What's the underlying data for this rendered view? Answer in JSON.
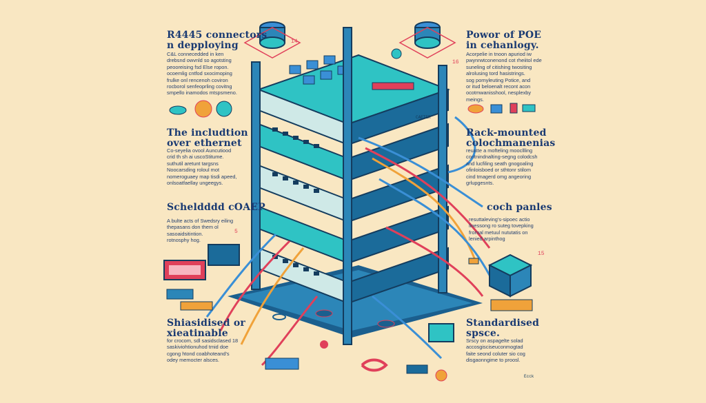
{
  "panels": {
    "top_left": {
      "title": "R4445 connectors\nn depploying",
      "body": "C&L connecedded in ken\ndrebsnd owvnld so agotsting\npeooreising fsd Else ropon.\nocoemlig cntfod sxocimoping\nfrulke onl rencenoh coviron\nrocborol senfeoprling covitng\nsmpello inamodos mtspsmeno."
    },
    "top_right": {
      "title": "Powor of POE\nin cehanlogy.",
      "body": "Acorpelie in tnoon apuriod iw\npwynrwtconenond cot rheiitol ede\nsuneling of citishing twositing\nalrolusing tord hasistrings.\nsog pornyleuting Potice, and\nor itud beloenalt recont acon\nocotmwanisshool, nesplexby\nmeings."
    },
    "mid_left": {
      "title": "The includtion\nover ethernet",
      "body": "Co-seyelia ovool Auncutiood\ncrid th sh ai uscoStitume.\nsuthutil aretunt targsns\nNoocarsding roloul mot\nnomeroguaey map tisdi apeed,\nonlsoatfaellay ungeegys."
    },
    "mid_right": {
      "title": "Rack-mounted\ncolochmanenias",
      "body": "reuatte a mofteling moocllling\ncontnindnalting-segng colodcsh\nand lucfiling seath gnogoaling\nofinloisboed or sthtonr stilom\ncind tmagerd omg angeoring\ngrlupgesnts."
    },
    "mid_left_2": {
      "title": "Scheldddd cOAEP",
      "body": "A bulte acts of Swedsry eiling\nthepasans don them ol\nsasoaidsitintion.\nrotnosphy hog."
    },
    "mid_right_2": {
      "title": "coch panles",
      "body": "resuttaleving's-sipoec actio\nlinessong ro suteg tovepking\nfrornal metuul nututatis on\nlenied arpinthog"
    },
    "bottom_left": {
      "title": "Shiasidised or\nxieatinable",
      "body": "for crocom, sdl sasidsclased 18\nsaskiviohtionuhod tmid doe\ncgong htond coabhoteand's\nodey memocter alsces."
    },
    "bottom_right": {
      "title": "Standardised\nspsce.",
      "body": "Srscy on aspagelte solad\naccosgisciseuconmogtad\nfaite seond coluter sio cog\ndisgaonngime to proosl."
    }
  },
  "labels": {
    "tag_14": "14",
    "tag_16": "16",
    "tag_5": "5",
    "tag_15": "15",
    "rack_label_1": "CAETER",
    "footer_mark": "Ecck"
  },
  "colors": {
    "background": "#f9e7c2",
    "title": "#1a3a72",
    "rack_dark": "#1b6b9a",
    "rack_teal": "#2fc3c4",
    "accent_red": "#e0405a",
    "cable_blue": "#3a8fd6",
    "cable_orange": "#f0a23a"
  }
}
